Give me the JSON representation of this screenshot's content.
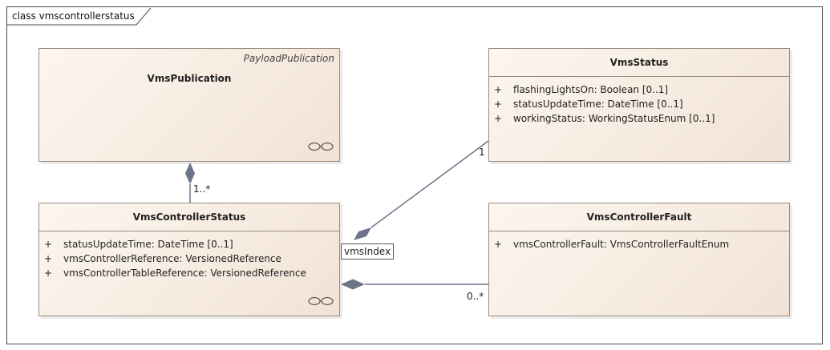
{
  "frame": {
    "label": "class vmscontrollerstatus"
  },
  "classes": {
    "vms_publication": {
      "name": "VmsPublication",
      "stereotype": "PayloadPublication"
    },
    "vms_status": {
      "name": "VmsStatus",
      "attributes": [
        {
          "visibility": "+",
          "text": "flashingLightsOn: Boolean [0..1]"
        },
        {
          "visibility": "+",
          "text": "statusUpdateTime: DateTime [0..1]"
        },
        {
          "visibility": "+",
          "text": "workingStatus: WorkingStatusEnum [0..1]"
        }
      ]
    },
    "vms_controller_status": {
      "name": "VmsControllerStatus",
      "attributes": [
        {
          "visibility": "+",
          "text": "statusUpdateTime: DateTime [0..1]"
        },
        {
          "visibility": "+",
          "text": "vmsControllerReference: VersionedReference"
        },
        {
          "visibility": "+",
          "text": "vmsControllerTableReference: VersionedReference"
        }
      ]
    },
    "vms_controller_fault": {
      "name": "VmsControllerFault",
      "attributes": [
        {
          "visibility": "+",
          "text": "vmsControllerFault: VmsControllerFaultEnum"
        }
      ]
    }
  },
  "associations": {
    "publication_to_status": {
      "multiplicity": "1..*"
    },
    "status_to_vmsstatus": {
      "multiplicity": "1",
      "role": "vmsIndex"
    },
    "status_to_fault": {
      "multiplicity": "0..*"
    }
  },
  "colors": {
    "line": "#6b7587",
    "diamond": "#6b7587",
    "class_border": "#9a8b80"
  }
}
